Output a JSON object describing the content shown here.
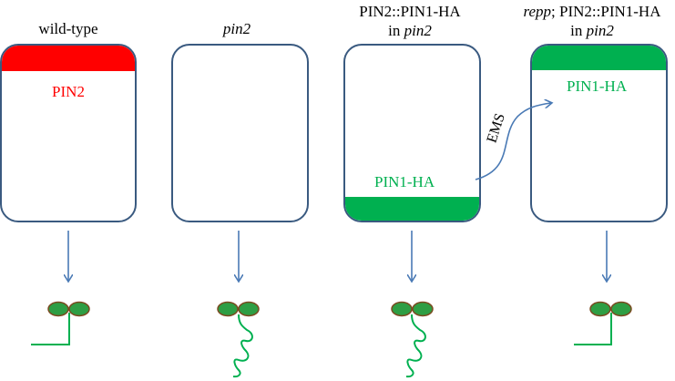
{
  "panels": [
    {
      "title_lines": [
        "wild-type"
      ],
      "protein_label": "PIN2",
      "protein_color": "#ff0000",
      "localization": "top",
      "phenotype": "straight-root"
    },
    {
      "title_lines": [
        "pin2"
      ],
      "protein_label": "",
      "protein_color": "",
      "localization": "none",
      "phenotype": "wavy-root"
    },
    {
      "title_lines": [
        "PIN2::PIN1-HA",
        "in pin2"
      ],
      "protein_label": "PIN1-HA",
      "protein_color": "#00b050",
      "localization": "bottom",
      "phenotype": "wavy-root"
    },
    {
      "title_lines": [
        "repp; PIN2::PIN1-HA",
        "in pin2"
      ],
      "protein_label": "PIN1-HA",
      "protein_color": "#00b050",
      "localization": "top",
      "phenotype": "straight-root"
    }
  ],
  "mutagen_label": "EMS",
  "colors": {
    "cell_border": "#3a5a80",
    "arrow": "#4a7ab5",
    "seedling_leaf": "#2e9e44",
    "seedling_edge": "#7a4a20",
    "root": "#00b050"
  }
}
